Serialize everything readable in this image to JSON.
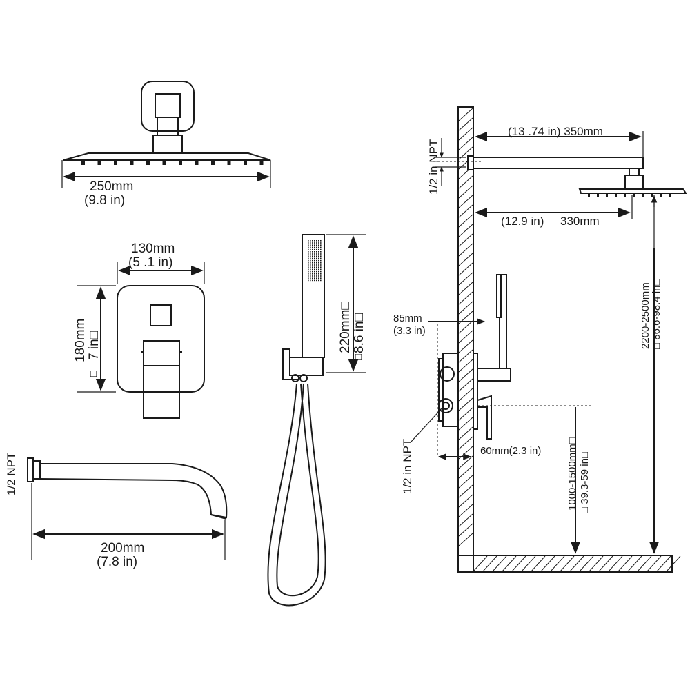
{
  "colors": {
    "line": "#1a1a1a",
    "background": "#ffffff"
  },
  "shower_head": {
    "width_mm": "250mm",
    "width_in": "(9.8  in)"
  },
  "valve_plate": {
    "width_mm": "130mm",
    "width_in": "(5 .1 in)",
    "height_mm": "180mm",
    "height_in": "7 in□",
    "height_box": "□"
  },
  "spout": {
    "thread": "1/2 NPT",
    "length_mm": "200mm",
    "length_in": "(7.8 in)"
  },
  "hand_shower": {
    "length_mm": "220mm□",
    "length_in": "8.6 in□",
    "length_box": "□"
  },
  "side_view": {
    "arm_length": "(13 .74 in) 350mm",
    "arm_npt": "1/2 in NPT",
    "head_offset_in": "(12.9 in)",
    "head_offset_mm": "330mm",
    "head_height_mm": "2200-2500mm",
    "head_height_in": "□ 86.6-98.4 in□",
    "valve_depth_mm": "85mm",
    "valve_depth_in": "(3.3 in)",
    "valve_npt": "1/2 in NPT",
    "recess": "60mm(2.3 in)",
    "valve_height_mm": "1000-1500mm□",
    "valve_height_in": "□ 39.3-59 in□"
  }
}
